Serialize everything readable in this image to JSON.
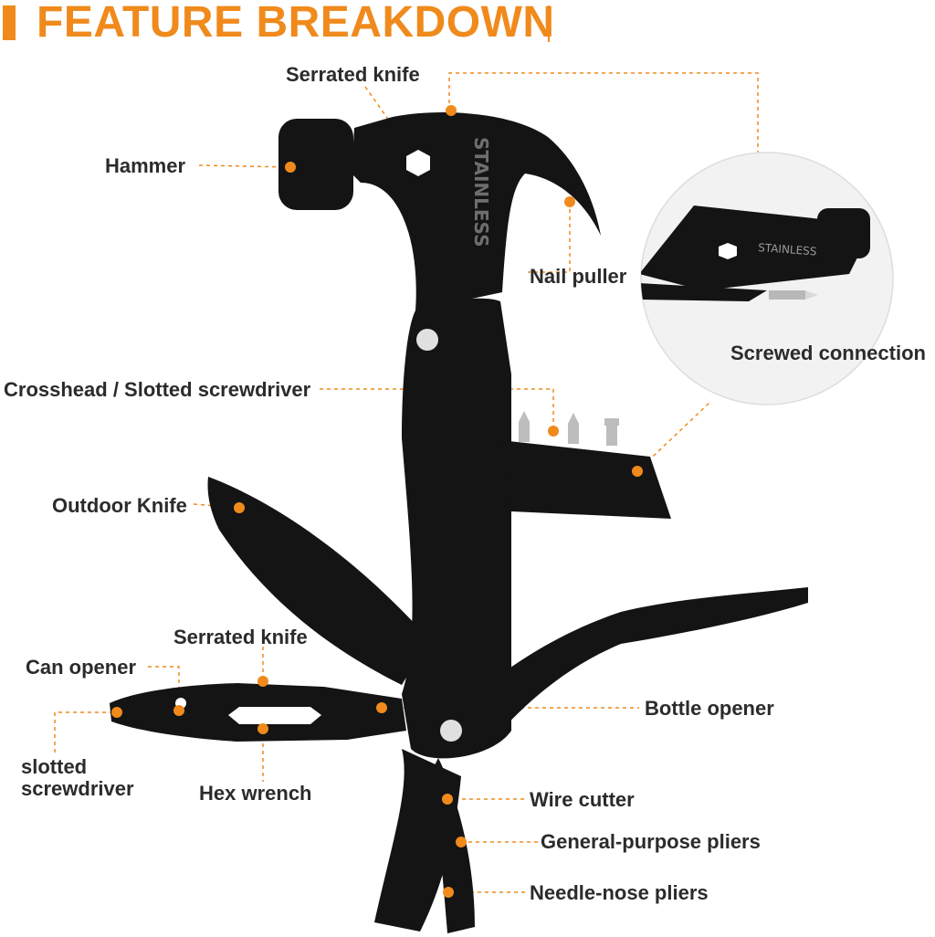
{
  "header": {
    "title": "FEATURE BREAKDOWN"
  },
  "colors": {
    "accent": "#F08A1C",
    "tool": "#141414",
    "text": "#2b2b2b"
  },
  "labels": {
    "serrated_knife_top": "Serrated knife",
    "hammer": "Hammer",
    "nail_puller": "Nail puller",
    "screwed_connection": "Screwed connection",
    "crosshead_slotted": "Crosshead / Slotted screwdriver",
    "outdoor_knife": "Outdoor Knife",
    "serrated_knife_bottom": "Serrated knife",
    "can_opener": "Can opener",
    "bottle_opener": "Bottle opener",
    "slotted_screwdriver": "slotted screwdriver",
    "hex_wrench": "Hex wrench",
    "wire_cutter": "Wire cutter",
    "general_pliers": "General-purpose pliers",
    "needle_nose_pliers": "Needle-nose pliers"
  },
  "engraving": "STAINLESS"
}
